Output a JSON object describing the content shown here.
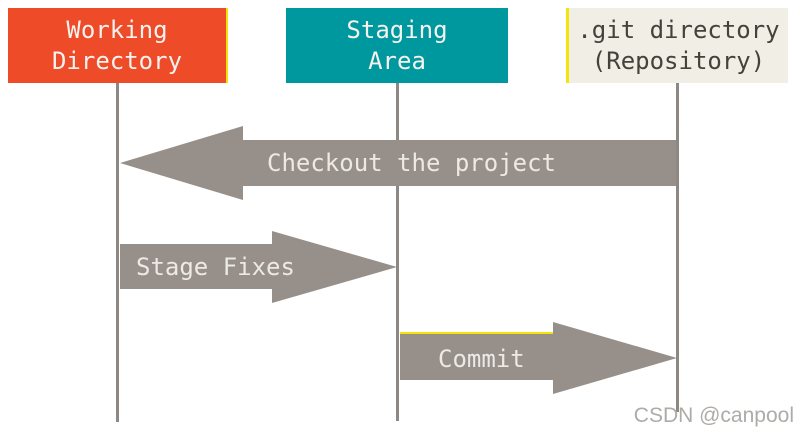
{
  "diagram": {
    "title_semantic": "Git areas sequence diagram",
    "background_color": "#ffffff",
    "columns": [
      {
        "id": "working-directory",
        "label_lines": [
          "Working",
          "Directory"
        ],
        "box_color": "#ee4b28",
        "text_color": "#f5f2ef"
      },
      {
        "id": "staging-area",
        "label_lines": [
          "Staging",
          "Area"
        ],
        "box_color": "#00989f",
        "text_color": "#f5f2ef"
      },
      {
        "id": "git-directory",
        "label_lines": [
          ".git directory",
          "(Repository)"
        ],
        "box_color": "#f0eee5",
        "text_color": "#45413c"
      }
    ],
    "arrows": [
      {
        "id": "checkout",
        "label": "Checkout the project",
        "direction": "left",
        "from": "git-directory",
        "to": "working-directory"
      },
      {
        "id": "stage-fixes",
        "label": "Stage Fixes",
        "direction": "right",
        "from": "working-directory",
        "to": "staging-area"
      },
      {
        "id": "commit",
        "label": "Commit",
        "direction": "right",
        "from": "staging-area",
        "to": "git-directory"
      }
    ],
    "colors": {
      "arrow": "#97908a",
      "lifeline": "#8e8882",
      "accent_yellow": "#f2e50e"
    }
  },
  "watermark": {
    "text": "CSDN @canpool",
    "color": "#aeaba8"
  }
}
